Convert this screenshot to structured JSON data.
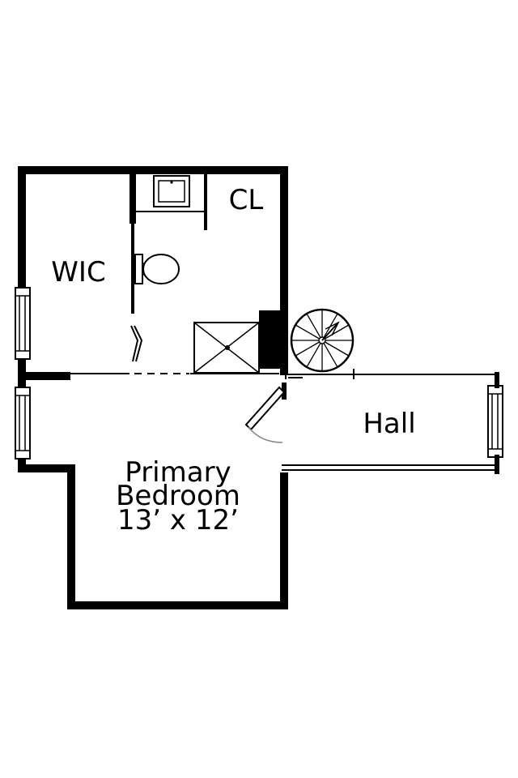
{
  "rooms": {
    "wic": "WIC",
    "cl": "CL",
    "hall": "Hall",
    "primary_line1": "Primary",
    "primary_line2": "Bedroom",
    "primary_dims": "13’ x 12’"
  },
  "colors": {
    "wall": "#000000",
    "door_swing": "#888888",
    "background": "#ffffff"
  }
}
